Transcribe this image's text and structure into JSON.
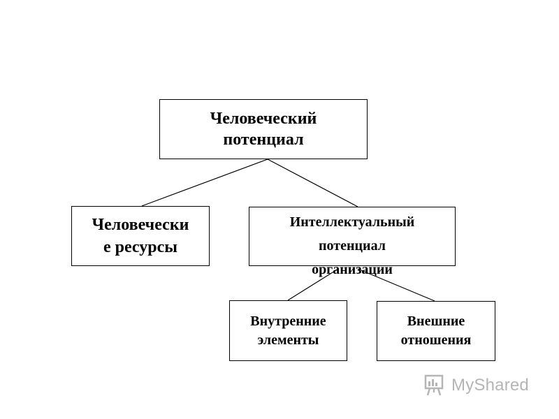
{
  "diagram": {
    "root": {
      "line1": "Человеческий",
      "line2": "потенциал"
    },
    "human_resources": {
      "line1": "Человечески",
      "line2": "е ресурсы"
    },
    "intellectual_potential": {
      "line1": "Интеллектуальный",
      "line2": "потенциал",
      "line3": "организации"
    },
    "internal_elements": {
      "line1": "Внутренние",
      "line2": "элементы"
    },
    "external_relations": {
      "line1": "Внешние",
      "line2": "отношения"
    }
  },
  "watermark": {
    "text": "MyShared",
    "icon": "presentation-board-icon"
  }
}
